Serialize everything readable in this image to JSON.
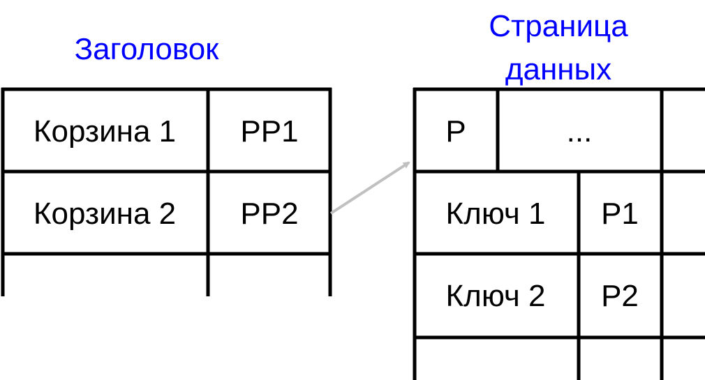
{
  "colors": {
    "label": "#0000ff",
    "lines": "#000000",
    "arrow": "#c0c0c0"
  },
  "header": {
    "title": "Заголовок",
    "rows": [
      {
        "bucket": "Корзина 1",
        "pointer": "PP1"
      },
      {
        "bucket": "Корзина 2",
        "pointer": "PP2"
      }
    ]
  },
  "data_page": {
    "title_line1": "Страница",
    "title_line2": "данных",
    "top_row": {
      "pointer": "P",
      "ellipsis": "..."
    },
    "rows": [
      {
        "key": "Ключ 1",
        "pointer": "P1"
      },
      {
        "key": "Ключ 2",
        "pointer": "P2"
      }
    ]
  }
}
